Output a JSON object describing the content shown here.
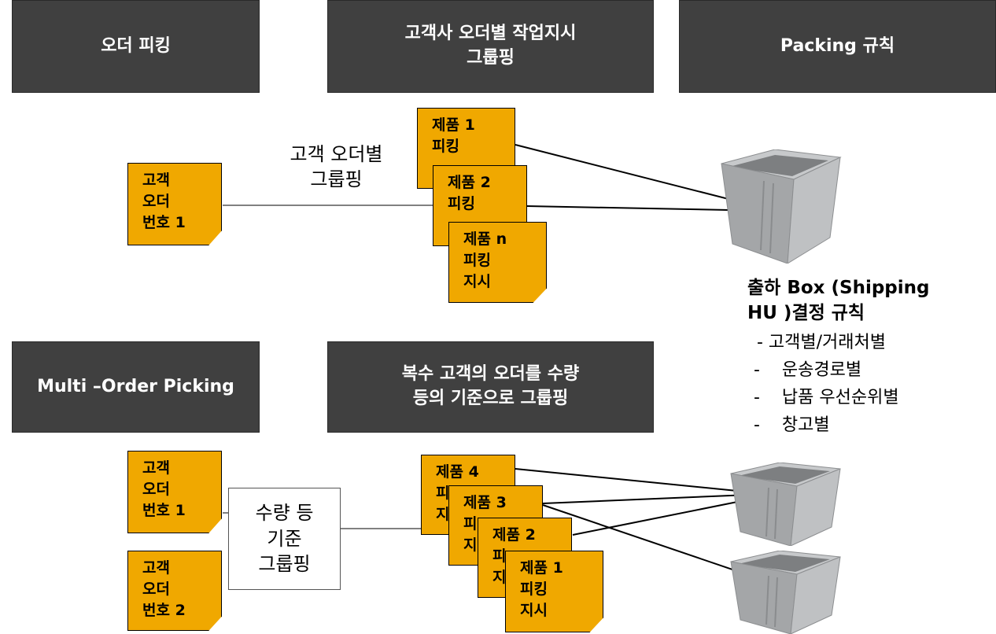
{
  "headers": {
    "order_picking": "오더 피킹",
    "group_by_customer": "고객사 오더별 작업지시\n그룹핑",
    "packing_rule": "Packing 규칙",
    "multi_order": "Multi –Order Picking",
    "group_multi": "복수 고객의 오더를 수량\n등의 기준으로 그룹핑"
  },
  "top": {
    "customer_note": "고객\n오더\n번호 1",
    "group_label": "고객 오더별\n그룹핑",
    "products": [
      "제품 1\n피킹",
      "제품 2\n피킹",
      "제품 n\n피킹\n지시"
    ]
  },
  "shipping": {
    "title": "출하 Box (Shipping\nHU )결정 규칙",
    "rules": [
      " - 고객별/거래처별",
      "-    운송경로별",
      "-    납품 우선순위별",
      "-    창고별"
    ]
  },
  "bottom": {
    "customer_notes": [
      "고객\n오더\n번호 1",
      "고객\n오더\n번호 2"
    ],
    "group_label": "수량 등\n기준\n그룹핑",
    "products": [
      "제품 4\n피\n지",
      "제품 3\n피\n지",
      "제품 2\n피\n지",
      "제품 1\n피킹\n지시"
    ]
  },
  "colors": {
    "header": "#404040",
    "note": "#f0a800",
    "tote": "#a9abad"
  }
}
